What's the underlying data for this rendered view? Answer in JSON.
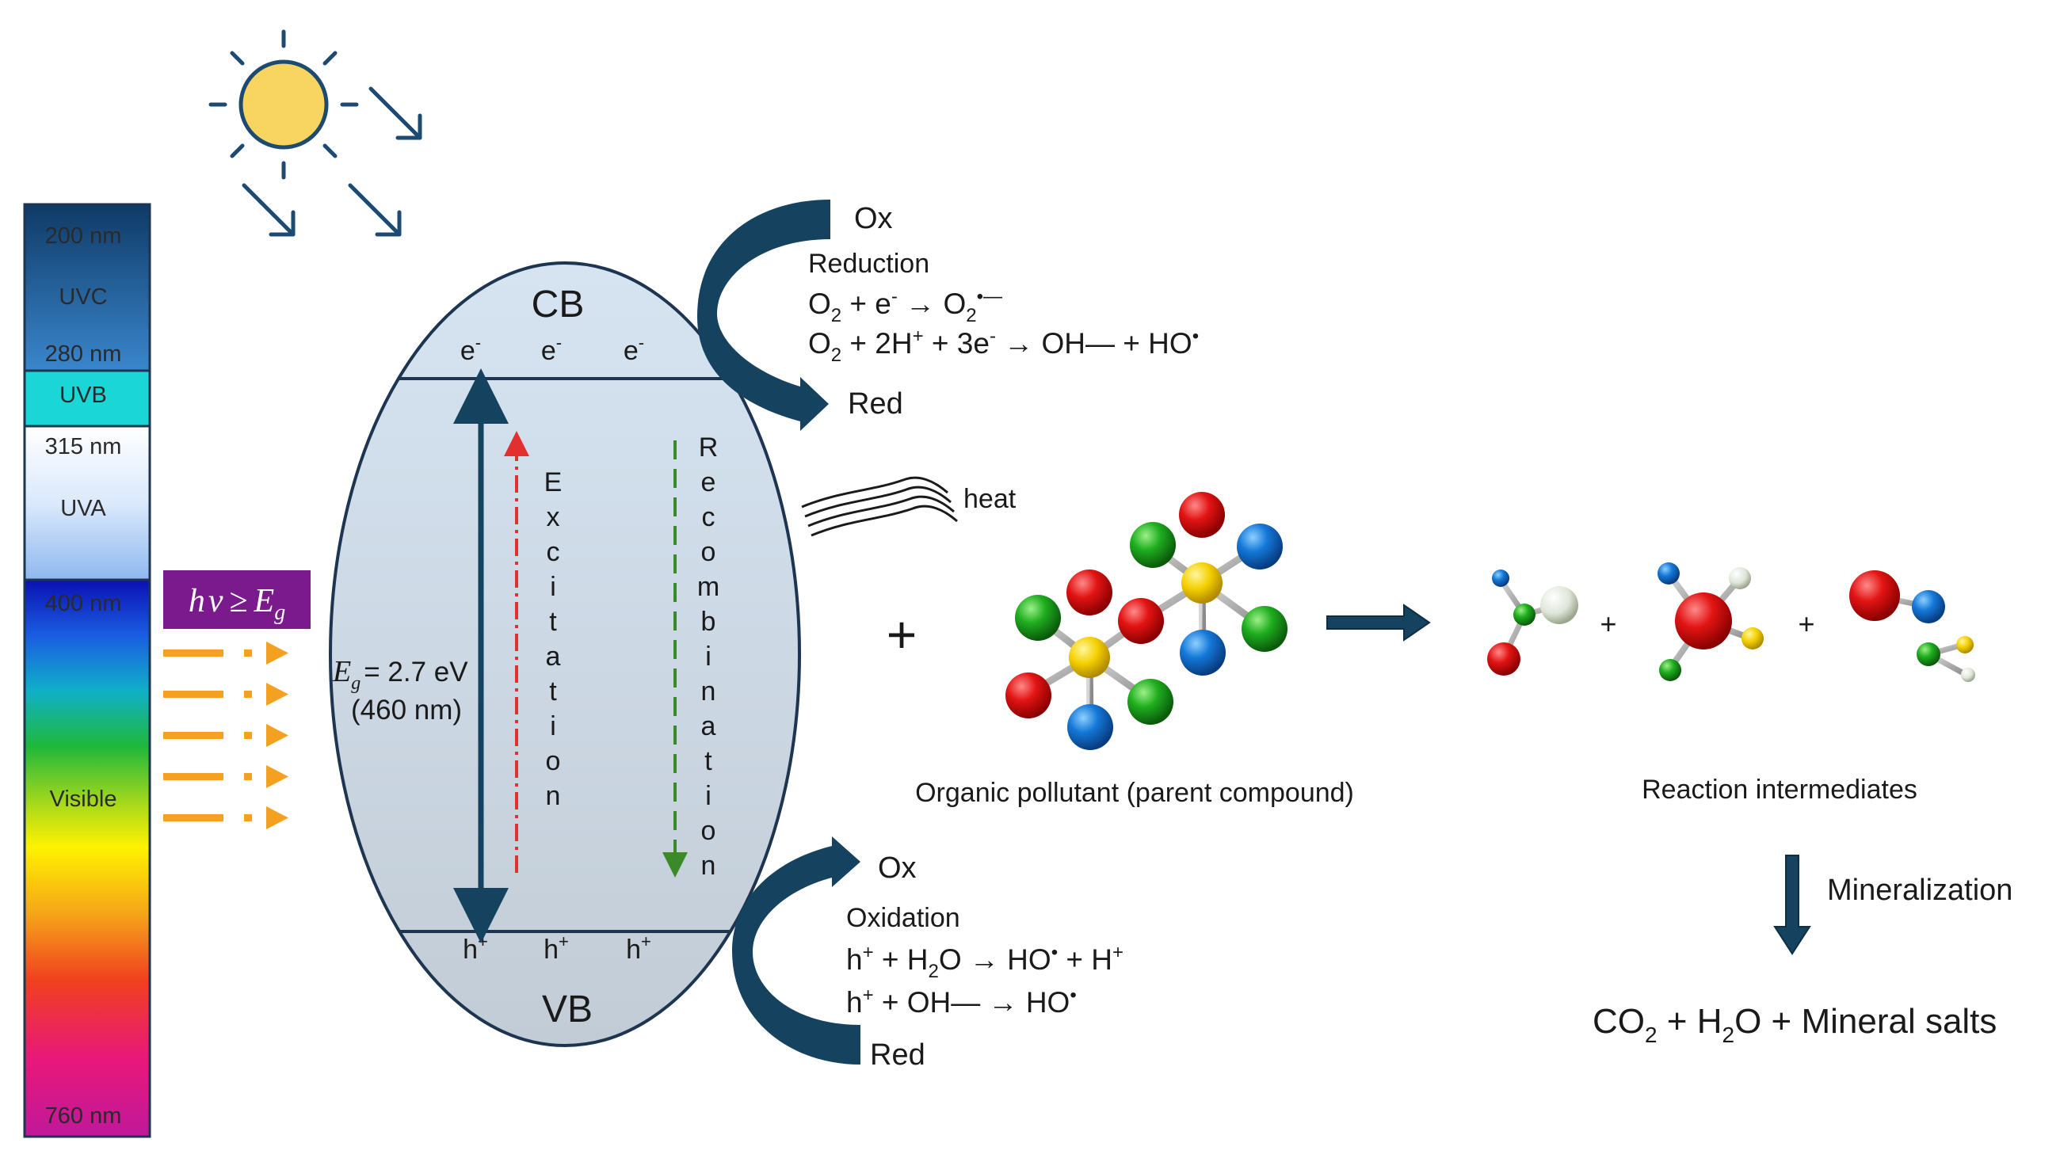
{
  "spectrum": {
    "marks": [
      "200 nm",
      "280 nm",
      "315 nm",
      "400 nm",
      "760 nm"
    ],
    "regions": [
      "UVC",
      "UVB",
      "UVA",
      "Visible"
    ]
  },
  "photon_label": {
    "h": "h",
    "nu": "ν",
    "rel": "≥",
    "E": "E",
    "sub": "g"
  },
  "band": {
    "cb": "CB",
    "vb": "VB",
    "electron": "e",
    "electron_sup": "-",
    "hole": "h",
    "hole_sup": "+",
    "gap_sym": "E",
    "gap_sub": "g",
    "gap_value": "= 2.7 eV",
    "gap_wavelength": "(460 nm)",
    "excitation": [
      "E",
      "x",
      "c",
      "i",
      "t",
      "a",
      "t",
      "i",
      "o",
      "n"
    ],
    "recombination": [
      "R",
      "e",
      "c",
      "o",
      "m",
      "b",
      "i",
      "n",
      "a",
      "t",
      "i",
      "o",
      "n"
    ]
  },
  "reduction": {
    "ox": "Ox",
    "red": "Red",
    "title": "Reduction",
    "eq1": {
      "a": "O",
      "a_sub": "2",
      "b": " + e",
      "b_sup": "-",
      "c": " → O",
      "c_sub": "2",
      "c_sup": "•—"
    },
    "eq2": {
      "a": "O",
      "a_sub": "2",
      "b": " + 2H",
      "b_sup": "+",
      "c": " + 3e",
      "c_sup": "-",
      "d": " → OH— + HO",
      "d_sup": "•"
    }
  },
  "oxidation": {
    "ox": "Ox",
    "red": "Red",
    "title": "Oxidation",
    "eq1": {
      "a": "h",
      "a_sup": "+",
      "b": " + H",
      "b_sub": "2",
      "c": "O → HO",
      "c_sup": "•",
      "d": " + H",
      "d_sup": "+"
    },
    "eq2": {
      "a": "h",
      "a_sup": "+",
      "b": " + OH— → HO",
      "b_sup": "•"
    }
  },
  "heat": "heat",
  "plus": "+",
  "pollutant_label": "Organic pollutant (parent compound)",
  "intermediates_label": "Reaction intermediates",
  "mineralization": "Mineralization",
  "products": {
    "a": "CO",
    "a_sub": "2",
    "b": " + H",
    "b_sub": "2",
    "c": "O + Mineral salts"
  },
  "colors": {
    "arrow_navy": "#15435f",
    "photon_box": "#7a1a8c",
    "orange": "#f4a020",
    "ellipse_fill": "#c7d3df",
    "excitation": "#e23030",
    "recombination": "#3a8a2a",
    "sun": "#f8d560"
  }
}
